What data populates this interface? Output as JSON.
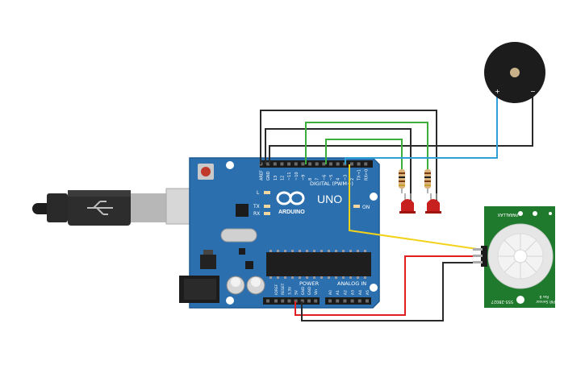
{
  "arduino": {
    "model": "UNO",
    "brand": "ARDUINO",
    "digital_label": "DIGITAL (PWM~)",
    "power_label": "POWER",
    "analog_label": "ANALOG IN",
    "on_label": "ON",
    "l_label": "L",
    "tx_label": "TX",
    "rx_label": "RX",
    "digital_pins": [
      "AREF",
      "GND",
      "13",
      "12",
      "~11",
      "~10",
      "~9",
      "8",
      "7",
      "~6",
      "~5",
      "4",
      "~3",
      "2",
      "TX→1",
      "RX←0"
    ],
    "power_pins": [
      "IOREF",
      "RESET",
      "3.3V",
      "5V",
      "GND",
      "GND",
      "Vin"
    ],
    "analog_pins": [
      "A0",
      "A1",
      "A2",
      "A3",
      "A4",
      "A5"
    ]
  },
  "buzzer": {
    "plus": "+",
    "minus": "−"
  },
  "pir": {
    "label_top": "PARALLAX",
    "label_bottom": "555-28027",
    "label_side": "PIR Sensor",
    "rev": "Rev B"
  },
  "colors": {
    "board": "#2b6fae",
    "wire_black": "#2a2a2a",
    "wire_green": "#3cae3c",
    "wire_blue": "#2f9fd8",
    "wire_yellow": "#f2d21b",
    "wire_red": "#e02020",
    "led": "#c8201e",
    "pir_board": "#1f7a2e"
  }
}
